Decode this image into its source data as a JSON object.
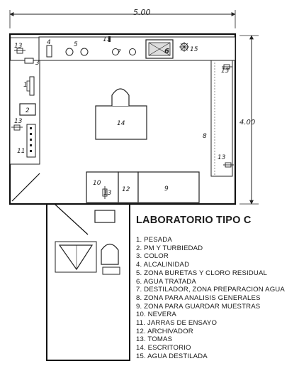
{
  "dimensions": {
    "width": "5.00",
    "height": "4.00"
  },
  "title": "LABORATORIO TIPO C",
  "legend": [
    "1. PESADA",
    "2. PM Y TURBIEDAD",
    "3. COLOR",
    "4. ALCALINIDAD",
    "5. ZONA BURETAS Y CLORO RESIDUAL",
    "6. AGUA TRATADA",
    "7. DESTILADOR, ZONA PREPARACION AGUA",
    "8. ZONA PARA ANALISIS GENERALES",
    "9. ZONA PARA GUARDAR MUESTRAS",
    "10. NEVERA",
    "11. JARRAS DE ENSAYO",
    "12. ARCHIVADOR",
    "13. TOMAS",
    "14. ESCRITORIO",
    "15. AGUA DESTILADA"
  ],
  "plan_labels": {
    "n1": "1",
    "n2": "2",
    "n3": "3",
    "n4": "4",
    "n5": "5",
    "n6": "6",
    "n7": "7",
    "n8": "8",
    "n9": "9",
    "n10": "10",
    "n11": "11",
    "n12": "12",
    "n13": "13",
    "n14": "14",
    "n15": "15"
  }
}
